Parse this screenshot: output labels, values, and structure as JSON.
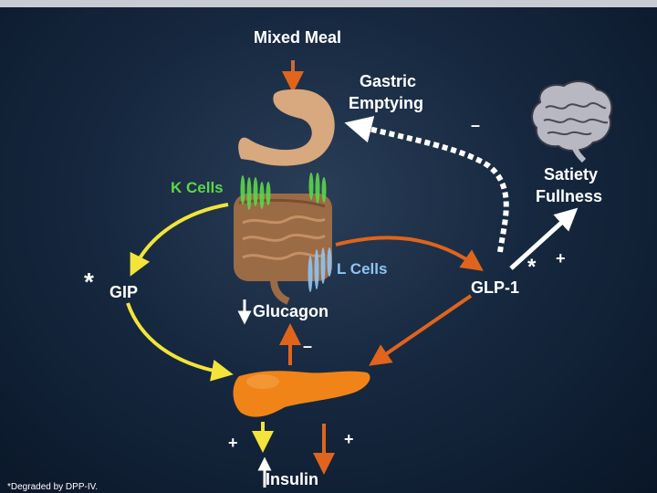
{
  "labels": {
    "mixed_meal": "Mixed Meal",
    "gastric_line1": "Gastric",
    "gastric_line2": "Emptying",
    "satiety_line1": "Satiety",
    "satiety_line2": "Fullness",
    "k_cells": "K Cells",
    "l_cells": "L Cells",
    "gip": "GIP",
    "glp1": "GLP-1",
    "glucagon": "Glucagon",
    "insulin": "Insulin"
  },
  "signs": {
    "minus_gastric": "–",
    "minus_glucagon": "–",
    "plus_satiety": "+",
    "plus_insulin_left": "+",
    "plus_insulin_right": "+",
    "asterisk_gip": "*",
    "asterisk_glp1": "*"
  },
  "footnote": "*Degraded by DPP-IV.",
  "colors": {
    "arrow_orange": "#e0641c",
    "arrow_yellow": "#f2e43a",
    "arrow_white": "#ffffff",
    "stomach": "#d8a87e",
    "intestine": "#9a6b45",
    "pancreas": "#f08418",
    "k_cells": "#5cd64a",
    "l_cells": "#8fc4f2"
  },
  "icons": {
    "brain": "brain-icon"
  }
}
